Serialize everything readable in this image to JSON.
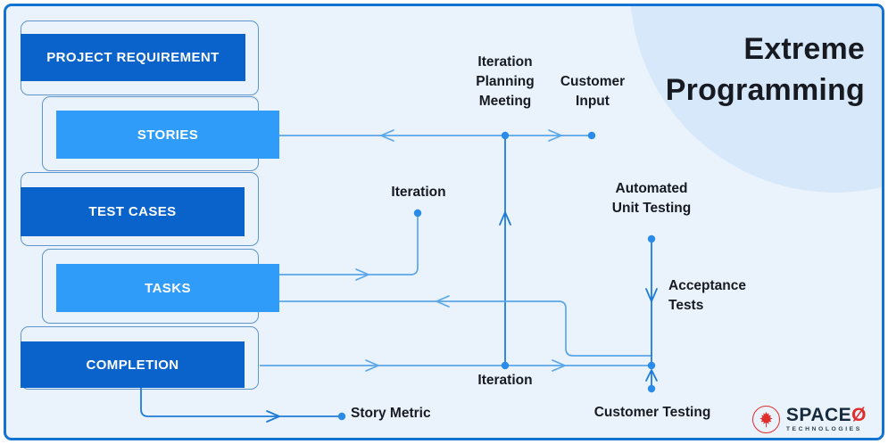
{
  "title": {
    "line1": "Extreme",
    "line2": "Programming"
  },
  "boxes": {
    "project_requirement": "PROJECT REQUIREMENT",
    "stories": "STORIES",
    "test_cases": "TEST CASES",
    "tasks": "TASKS",
    "completion": "COMPLETION"
  },
  "labels": {
    "ipm": [
      "Iteration",
      "Planning",
      "Meeting"
    ],
    "customer_input": [
      "Customer",
      "Input"
    ],
    "iteration_upper": "Iteration",
    "automated_unit_testing": [
      "Automated",
      "Unit Testing"
    ],
    "acceptance_tests": [
      "Acceptance",
      "Tests"
    ],
    "iteration_lower": "Iteration",
    "customer_testing": "Customer Testing",
    "story_metric": "Story Metric"
  },
  "logo": {
    "brand": "SPACE",
    "brand_suffix": "Ø",
    "tagline": "TECHNOLOGIES"
  },
  "theme": {
    "background": "#EAF3FB",
    "frame_border": "#1273D2",
    "decorative_circle": "#D7E8FA",
    "dark_box": "#0A63CB",
    "light_box": "#2E9CF8",
    "outline_stroke": "#5E95CC",
    "connector_light": "#5AA6E9",
    "connector_primary": "#1E7CD7",
    "junction_dot": "#2B8BE8",
    "label_text": "#171B21",
    "logo_red": "#DF2E2E",
    "logo_dark": "#17293C"
  }
}
